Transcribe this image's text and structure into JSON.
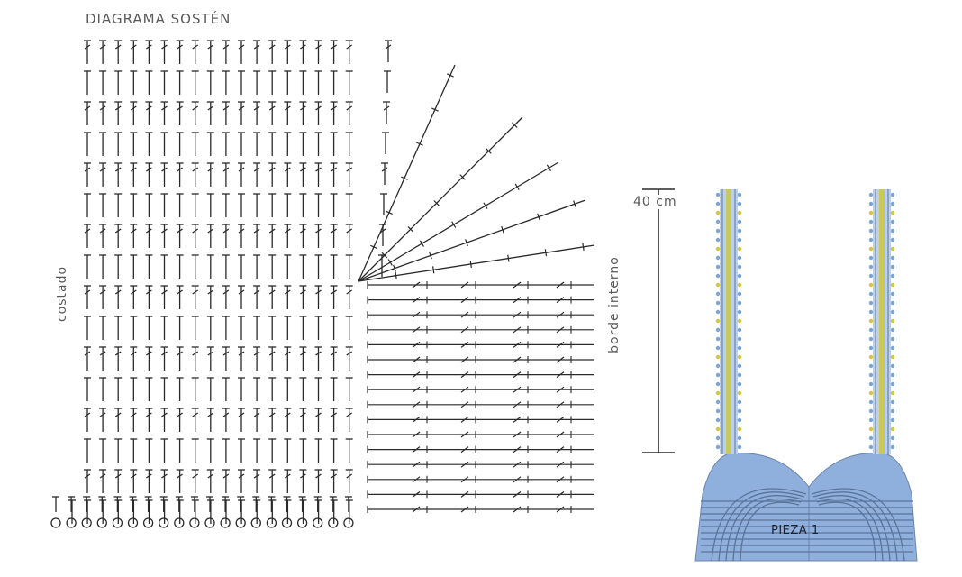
{
  "diagram": {
    "title": "DIAGRAMA SOSTÉN",
    "side_label": "costado",
    "edge_label": "borde interno",
    "measure_label": "40 cm",
    "piece_label": "PIEZA 1",
    "colors": {
      "ink": "#2a2a2a",
      "piece_fill": "#8fb0dc",
      "piece_line": "#5b7398",
      "strap_fill": "#bcd0ea",
      "strap_core": "#c9c85a",
      "dot_blue": "#7aa6d6",
      "dot_yellow": "#d8c53a"
    },
    "chart": {
      "foundation_chain_count": 20,
      "top_rows": 9,
      "lower_rows": 8,
      "right_rows": 16,
      "fan_rays": 5,
      "bottom_row_stitches": 20
    }
  }
}
